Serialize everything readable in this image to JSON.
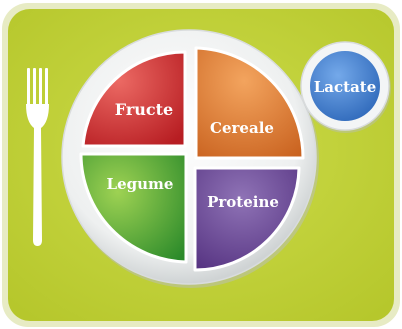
{
  "plate": {
    "sections": [
      {
        "id": "fruits",
        "label": "Fructe",
        "color": "#d52b2e"
      },
      {
        "id": "grains",
        "label": "Cereale",
        "color": "#e07a2a"
      },
      {
        "id": "vegetables",
        "label": "Legume",
        "color": "#3f9f2f"
      },
      {
        "id": "protein",
        "label": "Proteine",
        "color": "#6a3f95"
      }
    ],
    "dairy": {
      "label": "Lactate",
      "color": "#3e7fd1"
    }
  },
  "colors": {
    "placemat": "#c3d438",
    "placemat_border": "#e8ecc0",
    "plate": "#f4f6f7",
    "fork": "#ffffff"
  }
}
